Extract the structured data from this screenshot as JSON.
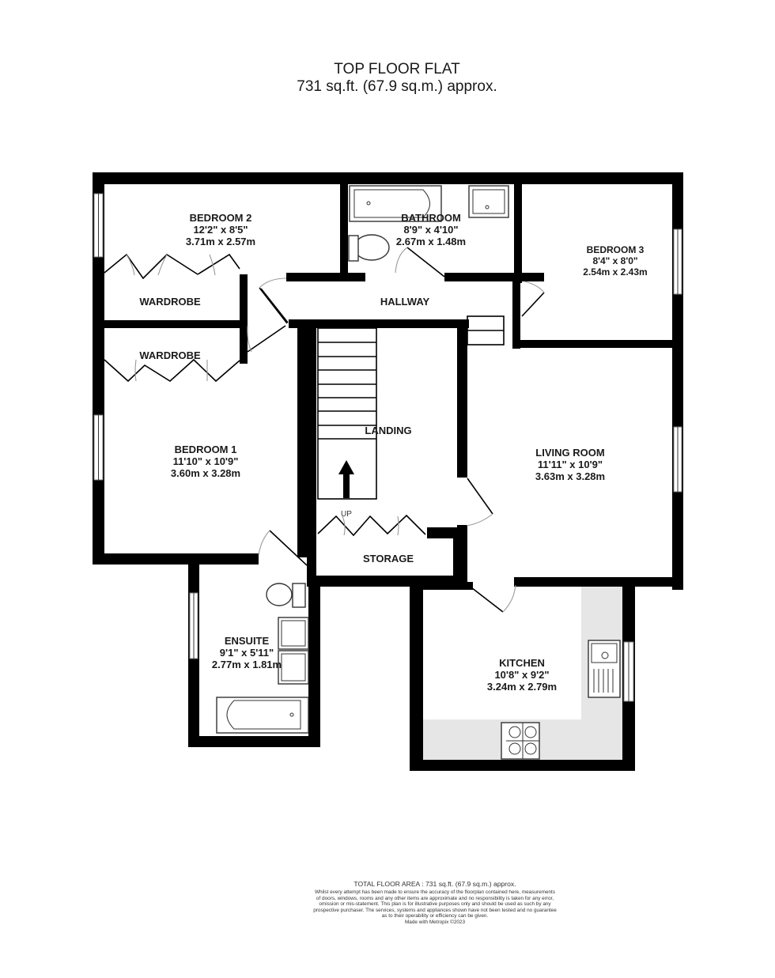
{
  "header": {
    "title": "TOP FLOOR FLAT",
    "area": "731 sq.ft. (67.9 sq.m.) approx."
  },
  "rooms": {
    "bedroom2": {
      "name": "BEDROOM 2",
      "imperial": "12'2\"  x 8'5\"",
      "metric": "3.71m  x 2.57m"
    },
    "bathroom": {
      "name": "BATHROOM",
      "imperial": "8'9\"  x 4'10\"",
      "metric": "2.67m  x 1.48m"
    },
    "bedroom3": {
      "name": "BEDROOM 3",
      "imperial": "8'4\"  x 8'0\"",
      "metric": "2.54m  x 2.43m"
    },
    "bedroom1": {
      "name": "BEDROOM 1",
      "imperial": "11'10\"  x 10'9\"",
      "metric": "3.60m  x 3.28m"
    },
    "living": {
      "name": "LIVING ROOM",
      "imperial": "11'11\"  x 10'9\"",
      "metric": "3.63m  x 3.28m"
    },
    "ensuite": {
      "name": "ENSUITE",
      "imperial": "9'1\"  x 5'11\"",
      "metric": "2.77m  x 1.81m"
    },
    "kitchen": {
      "name": "KITCHEN",
      "imperial": "10'8\"  x 9'2\"",
      "metric": "3.24m  x 2.79m"
    }
  },
  "labels": {
    "wardrobe_upper": "WARDROBE",
    "wardrobe_lower": "WARDROBE",
    "hallway": "HALLWAY",
    "landing": "LANDING",
    "storage": "STORAGE",
    "stairs_up": "UP"
  },
  "footer": {
    "total": "TOTAL FLOOR AREA : 731 sq.ft. (67.9 sq.m.) approx.",
    "disclaimer": [
      "Whilst every attempt has been made to ensure the accuracy of the floorplan contained here, measurements",
      "of doors, windows, rooms and any other items are approximate and no responsibility is taken for any error,",
      "omission or mis-statement. This plan is for illustrative purposes only and should be used as such by any",
      "prospective purchaser. The services, systems and appliances shown have not been tested and no guarantee",
      "as to their operability or efficiency can be given."
    ],
    "credit": "Made with Metropix ©2023"
  },
  "colors": {
    "wall": "#000000",
    "counter": "#e6e6e6",
    "text": "#1a1a1a",
    "background": "#ffffff"
  }
}
